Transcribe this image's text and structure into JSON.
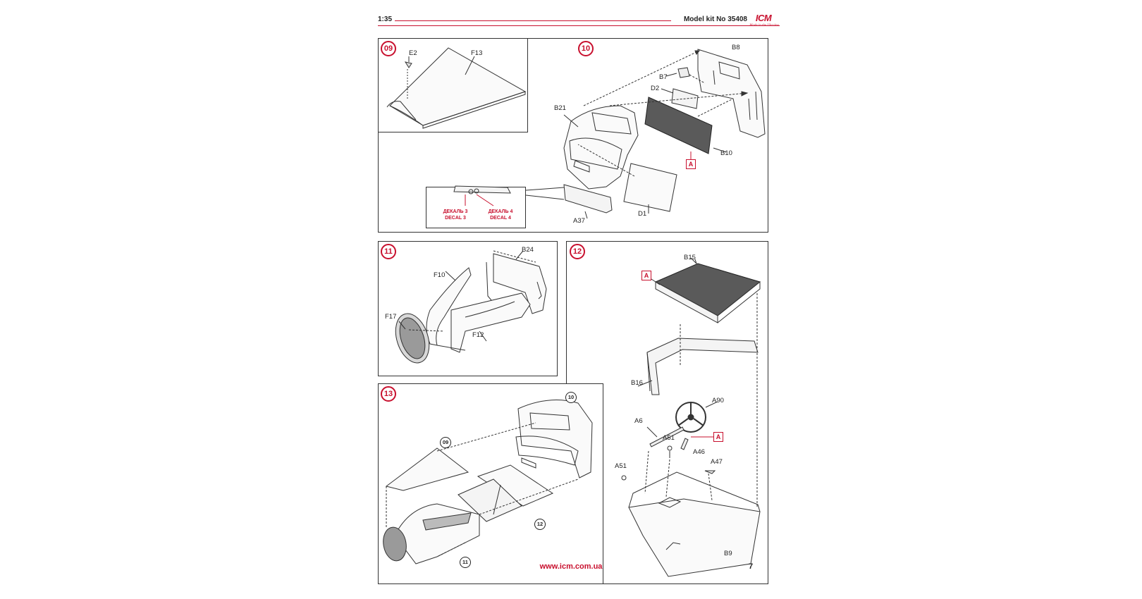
{
  "header": {
    "scale": "1:35",
    "kit": "Model kit No 35408",
    "logo": "ICM",
    "slogan": "Made in the Ukraine"
  },
  "steps": [
    {
      "number": "09",
      "parts": [
        "E2",
        "F13"
      ]
    },
    {
      "number": "10",
      "parts": [
        "B8",
        "B7",
        "D2",
        "B21",
        "B10",
        "D1",
        "A37"
      ],
      "paint": "A",
      "decals": [
        {
          "ru": "ДЕКАЛЬ 3",
          "en": "DECAL 3"
        },
        {
          "ru": "ДЕКАЛЬ 4",
          "en": "DECAL 4"
        }
      ]
    },
    {
      "number": "11",
      "parts": [
        "B24",
        "F10",
        "F17",
        "F12"
      ]
    },
    {
      "number": "12",
      "parts": [
        "B15",
        "B16",
        "A90",
        "A6",
        "A51",
        "A46",
        "A47",
        "A51",
        "B9"
      ],
      "paint": [
        "A",
        "A"
      ]
    },
    {
      "number": "13",
      "refs": [
        "10",
        "09",
        "12",
        "11"
      ]
    }
  ],
  "footer": {
    "url": "www.icm.com.ua",
    "page": "7"
  },
  "colors": {
    "accent": "#c8102e",
    "line": "#333333",
    "paint_fill": "#555555"
  }
}
